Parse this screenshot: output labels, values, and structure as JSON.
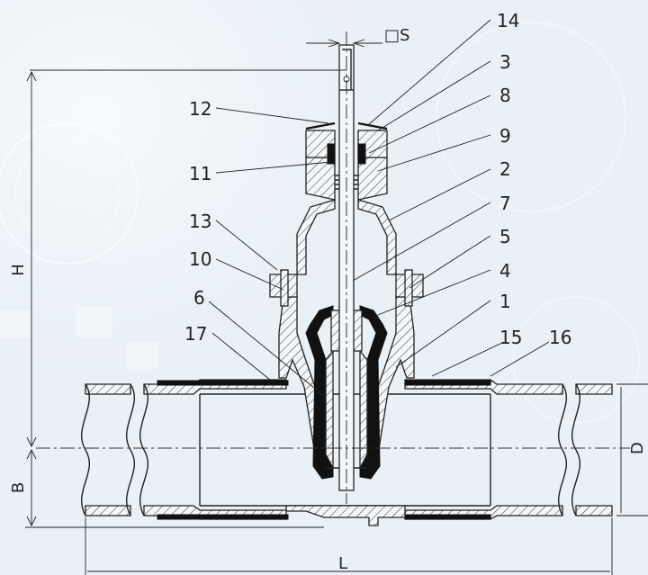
{
  "labels": {
    "l14": "14",
    "l3": "3",
    "l8": "8",
    "l9": "9",
    "l2": "2",
    "l7": "7",
    "l5": "5",
    "l4": "4",
    "l1": "1",
    "l15": "15",
    "l16": "16",
    "l12": "12",
    "l11": "11",
    "l13": "13",
    "l10": "10",
    "l6": "6",
    "l17": "17"
  },
  "dimensions": {
    "square_stem": "□S",
    "height": "H",
    "base": "B",
    "diameter": "D",
    "length": "L"
  },
  "colors": {
    "background": "#eaf1f7",
    "line": "#222222"
  }
}
